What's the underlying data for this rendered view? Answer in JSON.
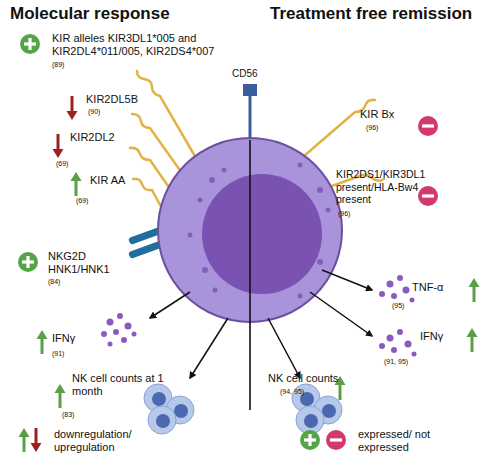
{
  "diagram": {
    "labels": [
      "Molecular response",
      "Treatment free remission",
      "CD56",
      "KIR alleles KIR3DL1*005 and KIR2DL4*011/005, KIR2DS4*007",
      "(89)",
      "KIR2DL5B",
      "(90)",
      "KIR2DL2",
      "(69)",
      "KIR AA",
      "(69)",
      "NKG2D HNK1/HNK1",
      "(84)",
      "IFNγ",
      "(91)",
      "NK cell counts at 1 month",
      "(83)",
      "KIR Bx",
      "(96)",
      "KIR2DS1/KIR3DL1 present/HLA-Bw4 present",
      "(96)",
      "TNF-α",
      "(95)",
      "IFNγ",
      "(91, 95)",
      "NK cell counts",
      "(94, 95)"
    ],
    "legend": [
      {
        "text": "downregulation/ upregulation"
      },
      {
        "text": "expressed/ not expressed"
      }
    ]
  }
}
